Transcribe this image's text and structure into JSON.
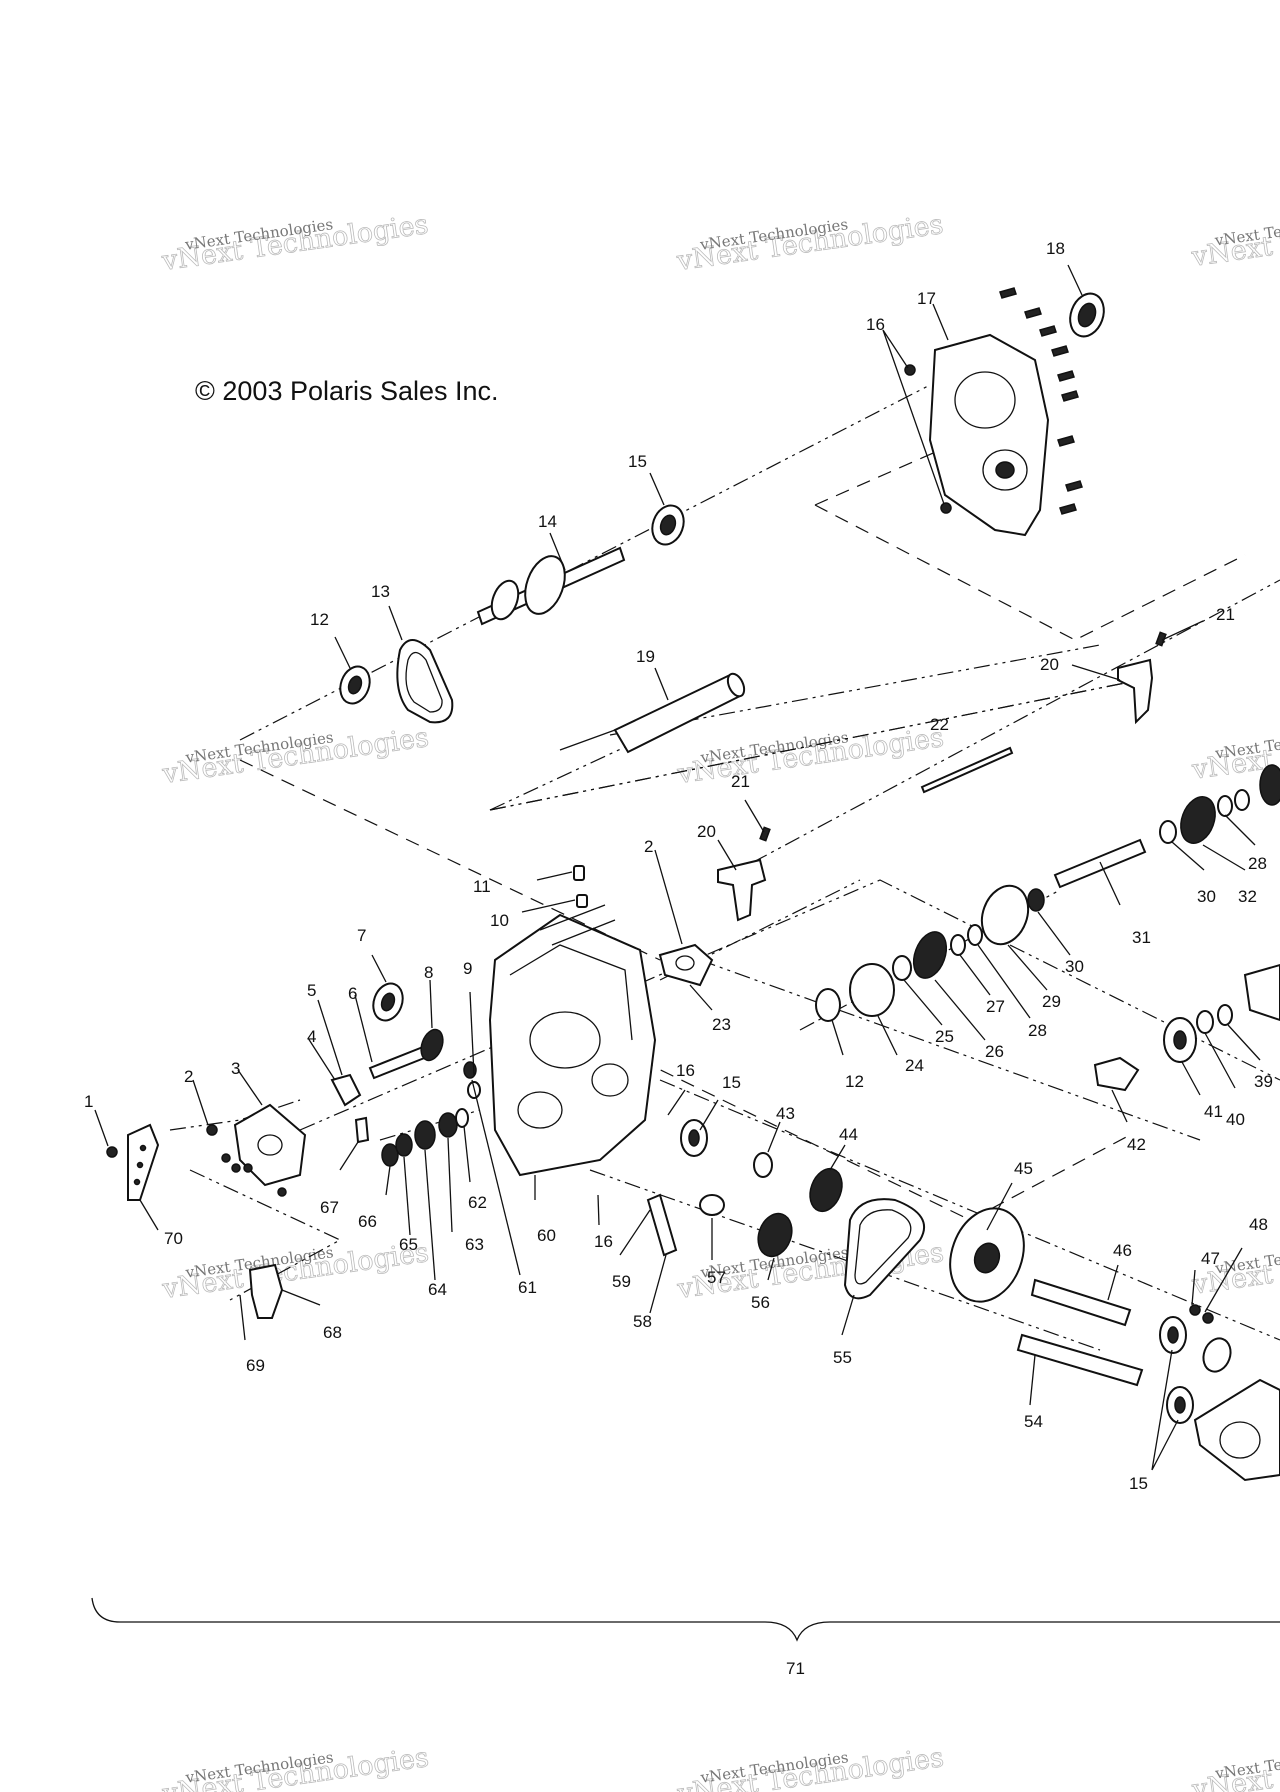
{
  "copyright": "© 2003 Polaris Sales Inc.",
  "watermark": {
    "line1": "vNext Technologies",
    "line2": "vNext Technologies"
  },
  "callouts": {
    "c1": "1",
    "c2a": "2",
    "c2b": "2",
    "c3": "3",
    "c4": "4",
    "c5": "5",
    "c6": "6",
    "c7": "7",
    "c8": "8",
    "c9": "9",
    "c10": "10",
    "c11": "11",
    "c12a": "12",
    "c12b": "12",
    "c13": "13",
    "c14": "14",
    "c15a": "15",
    "c15b": "15",
    "c15c": "15",
    "c16a": "16",
    "c16b": "16",
    "c16c": "16",
    "c17": "17",
    "c18": "18",
    "c19": "19",
    "c20a": "20",
    "c20b": "20",
    "c21a": "21",
    "c21b": "21",
    "c22": "22",
    "c23": "23",
    "c24": "24",
    "c25": "25",
    "c26": "26",
    "c27": "27",
    "c28a": "28",
    "c28b": "28",
    "c29": "29",
    "c30a": "30",
    "c30b": "30",
    "c31": "31",
    "c32": "32",
    "c39": "39",
    "c40": "40",
    "c41": "41",
    "c42": "42",
    "c43": "43",
    "c44": "44",
    "c45": "45",
    "c46": "46",
    "c47": "47",
    "c48": "48",
    "c54": "54",
    "c55": "55",
    "c56": "56",
    "c57": "57",
    "c58": "58",
    "c59": "59",
    "c60": "60",
    "c61": "61",
    "c62": "62",
    "c63": "63",
    "c64": "64",
    "c65": "65",
    "c66": "66",
    "c67": "67",
    "c68": "68",
    "c69": "69",
    "c70": "70",
    "c71": "71"
  }
}
